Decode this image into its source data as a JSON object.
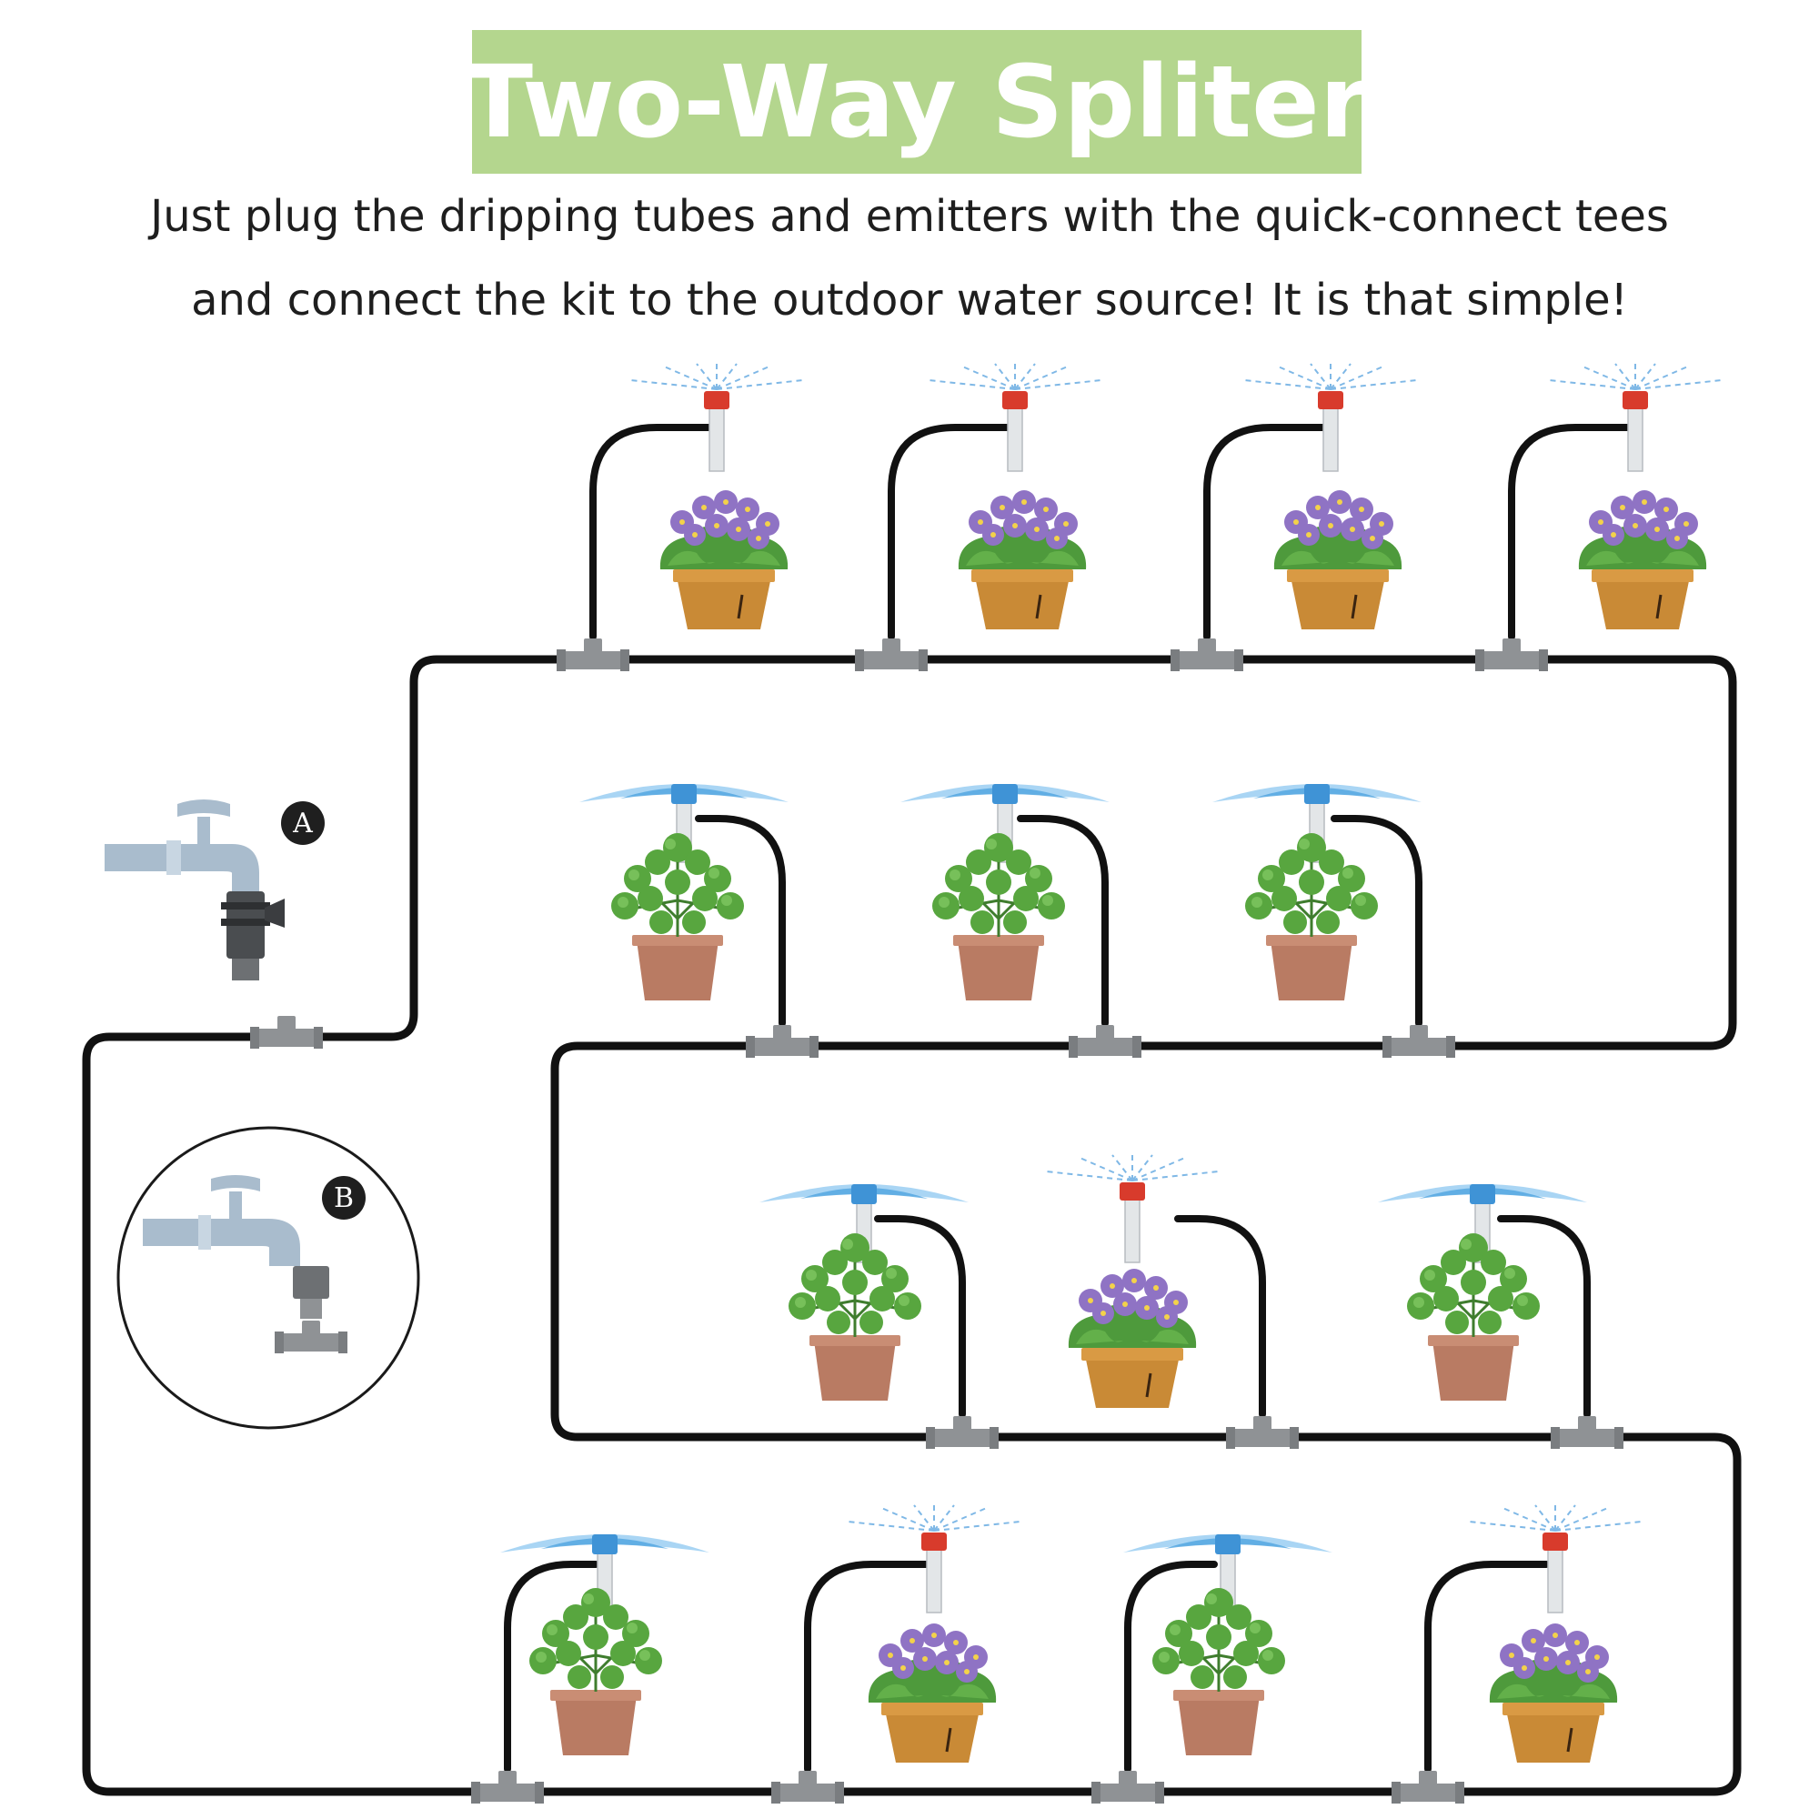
{
  "title": "Two-Way Spliter",
  "subtitle_lines": [
    "Just plug the dripping tubes and emitters with the quick-connect tees",
    "and connect the kit to the outdoor water source! It is that simple!"
  ],
  "labels": {
    "a": "A",
    "b": "B"
  },
  "colors": {
    "title_bg": "#b4d68e",
    "tube": "#111111",
    "fitting": "#8f9295",
    "faucet": "#a9bccd",
    "violet_flower": "#8f73c4",
    "leaf": "#4e9a3c",
    "terracotta_pot": "#c98a36",
    "clay_pot": "#b97b63",
    "red_cap": "#d83b2c",
    "blue_cap": "#3f93d6",
    "spray": "#7fb8e6"
  }
}
